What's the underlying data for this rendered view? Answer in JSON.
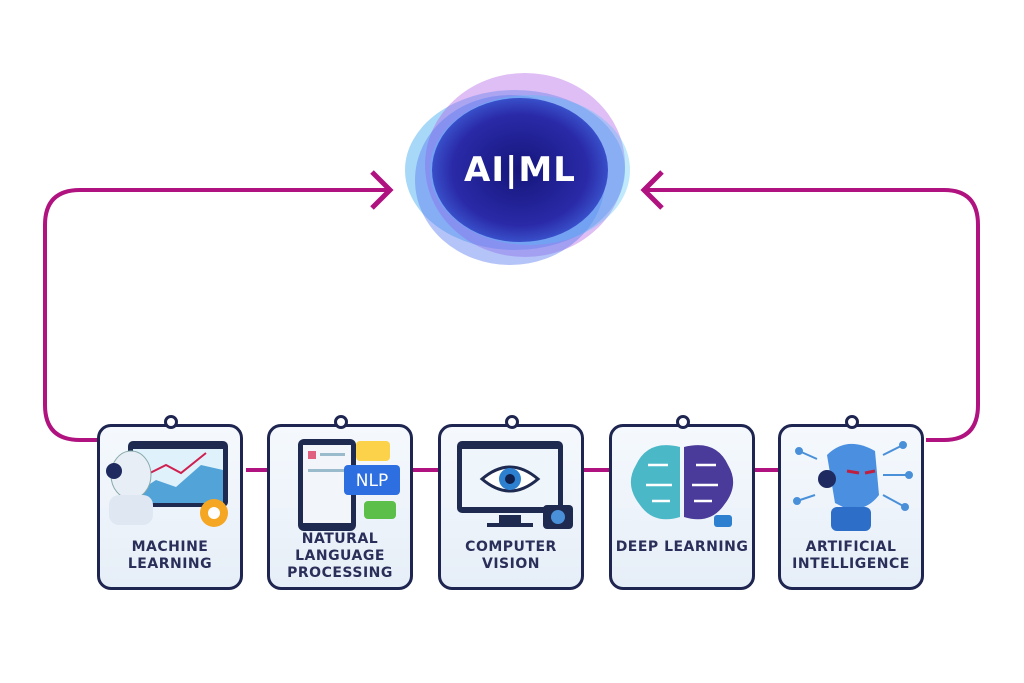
{
  "hub": {
    "label": "AI|ML",
    "colors": {
      "core": "#1f1f8f",
      "glow_purple": "#b05be6",
      "glow_blue": "#3fa8f0"
    }
  },
  "connector_color": "#b0127f",
  "cards": [
    {
      "label": "MACHINE LEARNING",
      "icon": "robot-chart-gear-icon"
    },
    {
      "label": "NATURAL LANGUAGE PROCESSING",
      "icon": "tablet-speech-bubbles-icon",
      "badge": "NLP"
    },
    {
      "label": "COMPUTER VISION",
      "icon": "monitor-eye-camera-icon"
    },
    {
      "label": "DEEP LEARNING",
      "icon": "brain-circuit-icon"
    },
    {
      "label": "ARTIFICIAL INTELLIGENCE",
      "icon": "robot-head-network-icon"
    }
  ]
}
